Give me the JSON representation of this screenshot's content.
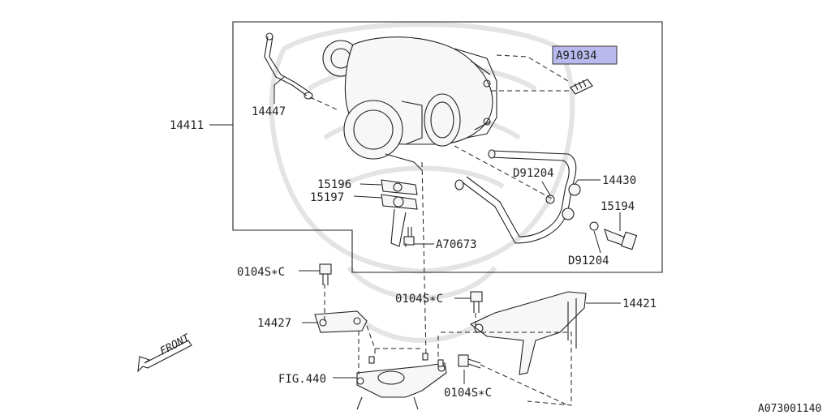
{
  "diagram": {
    "callouts": {
      "p14411": "14411",
      "p14447": "14447",
      "pA91034": "A91034",
      "p15196": "15196",
      "p15197": "15197",
      "pD91204a": "D91204",
      "p14430": "14430",
      "p15194": "15194",
      "pD91204b": "D91204",
      "pA70673": "A70673",
      "p0104SC_a": "0104S∗C",
      "p0104SC_b": "0104S∗C",
      "p0104SC_c": "0104S∗C",
      "p14427": "14427",
      "p14421": "14421",
      "fig440": "FIG.440",
      "front": "FRONT",
      "diagram_id": "A073001140"
    },
    "highlighted_part": "A91034",
    "highlight_color": "#b9b9ee"
  }
}
